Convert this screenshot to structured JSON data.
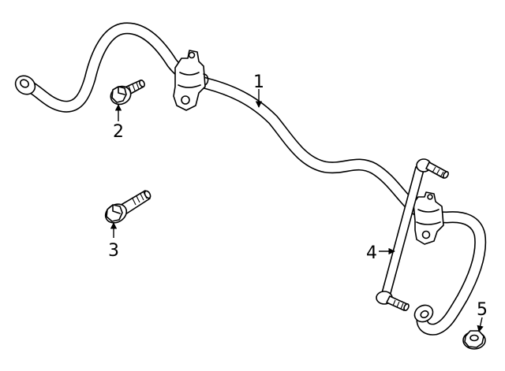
{
  "callouts": [
    {
      "id": "1",
      "part": "stabilizer-bar"
    },
    {
      "id": "2",
      "part": "bracket-bolt"
    },
    {
      "id": "3",
      "part": "bolt"
    },
    {
      "id": "4",
      "part": "stabilizer-link"
    },
    {
      "id": "5",
      "part": "nut"
    }
  ]
}
